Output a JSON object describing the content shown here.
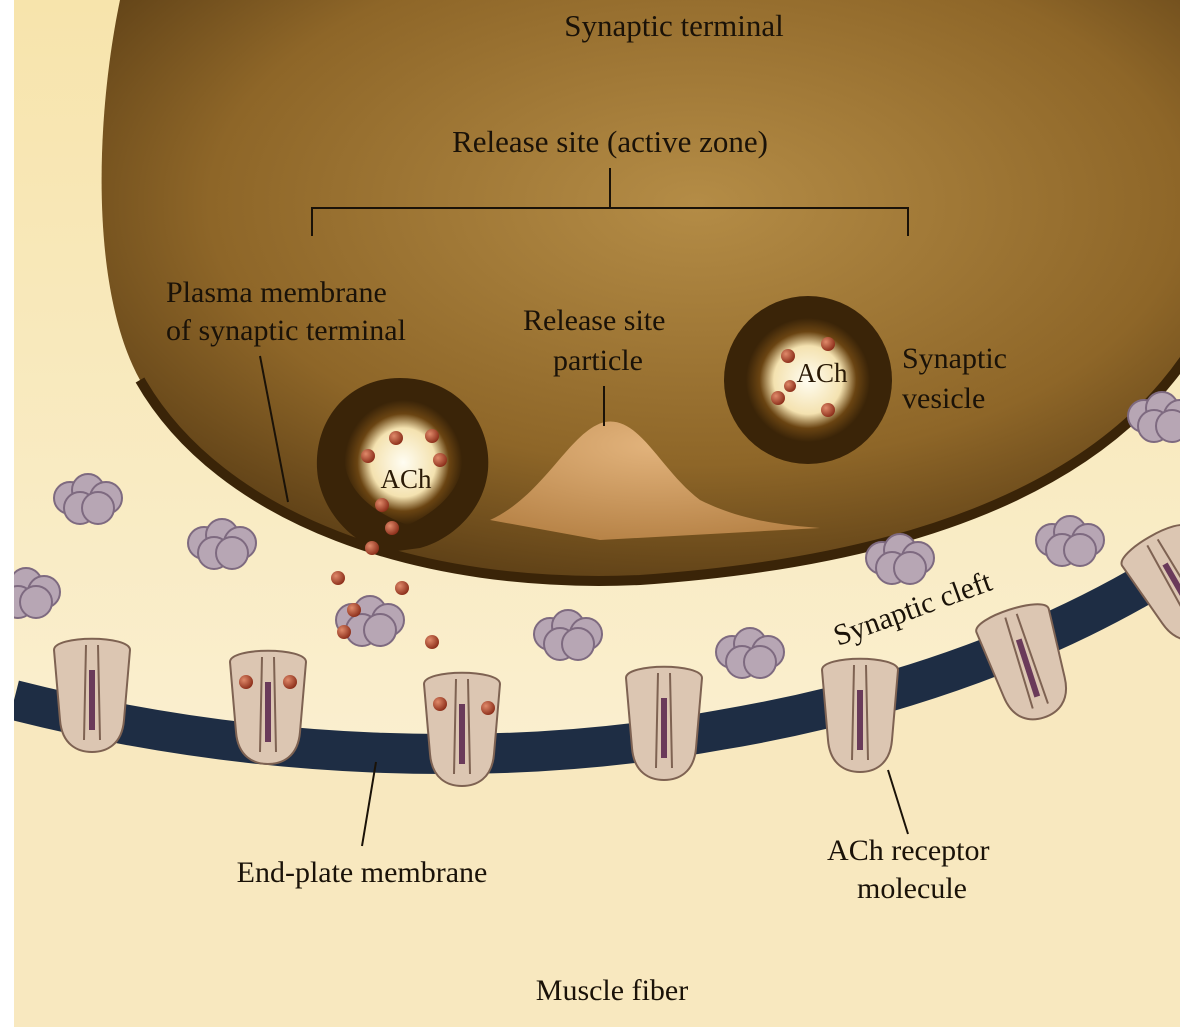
{
  "labels": {
    "synaptic_terminal": "Synaptic terminal",
    "release_site": "Release site (active zone)",
    "plasma_membrane_line1": "Plasma membrane",
    "plasma_membrane_line2": "of synaptic terminal",
    "release_particle_line1": "Release site",
    "release_particle_line2": "particle",
    "synaptic_vesicle_line1": "Synaptic",
    "synaptic_vesicle_line2": "vesicle",
    "synaptic_cleft": "Synaptic cleft",
    "end_plate_membrane": "End-plate membrane",
    "ach_receptor_line1": "ACh receptor",
    "ach_receptor_line2": "molecule",
    "muscle_fiber": "Muscle fiber",
    "ach_fusing": "ACh",
    "ach_vesicle": "ACh"
  },
  "colors": {
    "terminal_dark": "#5a3d14",
    "terminal_mid": "#a07a3a",
    "cleft": "#f6e2a6",
    "muscle": "#f7e3b0",
    "membrane": "#1e2d44",
    "receptor": "#dcc6b2",
    "receptor_core": "#6a3a5a",
    "ach_molecule": "#a8442a",
    "cluster": "#b7a6b4"
  }
}
